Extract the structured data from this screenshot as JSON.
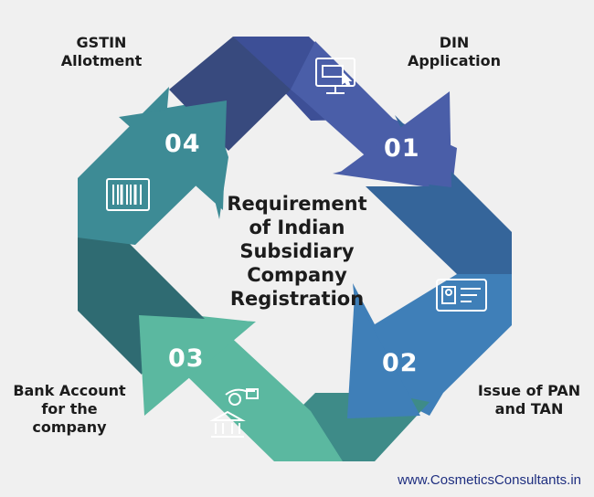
{
  "center_title": [
    "Requirement",
    "of Indian",
    "Subsidiary",
    "Company",
    "Registration"
  ],
  "steps": [
    {
      "number": "01",
      "label": [
        "DIN",
        "Application"
      ],
      "icon": "computer-screen-icon",
      "color": "#4a5ea8"
    },
    {
      "number": "02",
      "label": [
        "Issue of PAN",
        "and TAN"
      ],
      "icon": "id-card-icon",
      "color": "#3f7fb8"
    },
    {
      "number": "03",
      "label": [
        "Bank Account",
        "for the",
        "company"
      ],
      "icon": "bank-payment-icon",
      "color": "#5bb8a0"
    },
    {
      "number": "04",
      "label": [
        "GSTIN",
        "Allotment"
      ],
      "icon": "barcode-icon",
      "color": "#3d8b95"
    }
  ],
  "website": "www.CosmeticsConsultants.in"
}
